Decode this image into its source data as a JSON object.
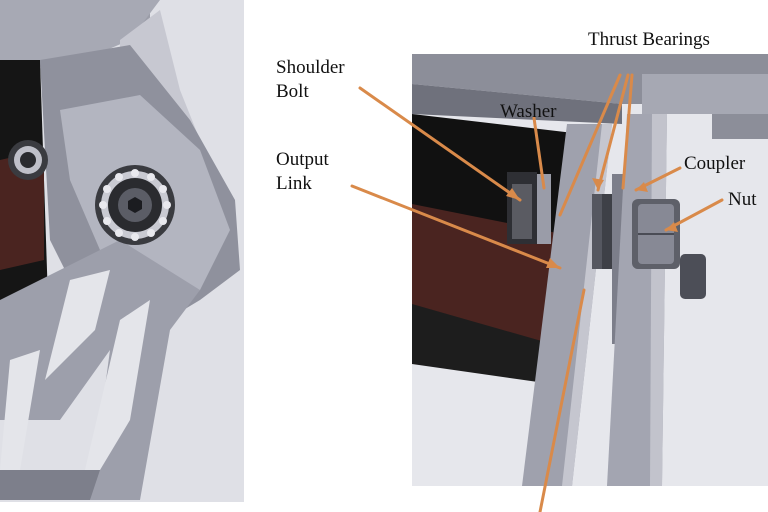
{
  "labels": {
    "thrust_bearings": "Thrust Bearings",
    "shoulder_bolt": "Shoulder\nBolt",
    "washer": "Washer",
    "output_link": "Output\nLink",
    "coupler": "Coupler",
    "nut": "Nut"
  },
  "colors": {
    "leader": "#d98a4a",
    "metal_light": "#b9bbc6",
    "metal_mid": "#8e909c",
    "metal_dark": "#55575f",
    "motor_black": "#141414",
    "motor_brown": "#4a2420"
  },
  "icons": {
    "bearing": "ball-bearing-icon",
    "bolt_head": "hex-socket-bolt-icon",
    "nut": "hex-nut-icon"
  }
}
